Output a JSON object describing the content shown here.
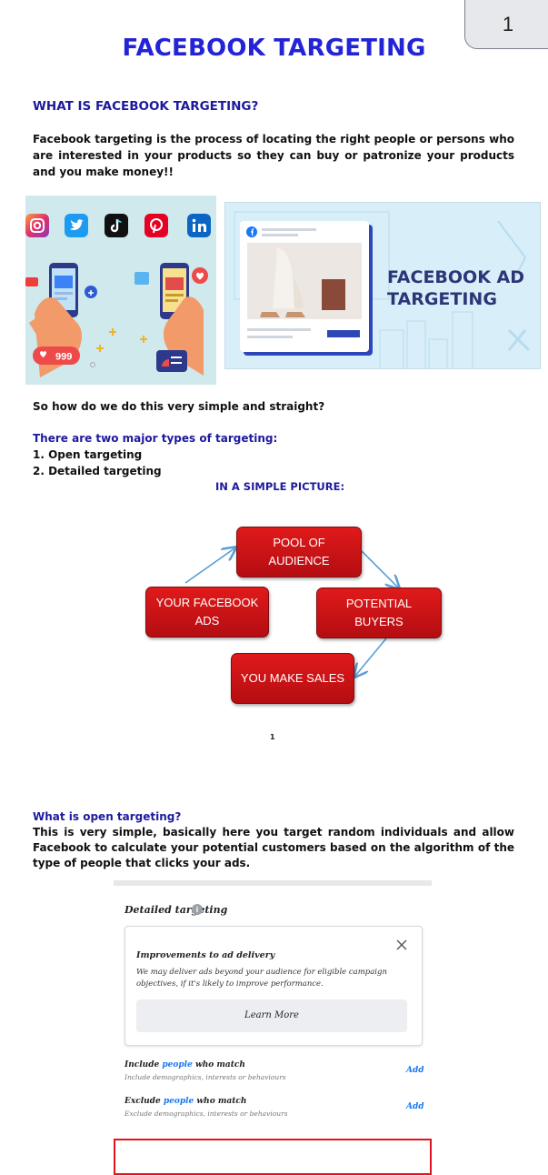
{
  "page_number": "1",
  "title": "FACEBOOK TARGETING",
  "section_heading": "WHAT IS FACEBOOK TARGETING?",
  "intro_paragraph": "Facebook targeting is the process of locating the right people or persons who are interested in your products so they can buy or patronize your products and you make money!!",
  "illustration_left": {
    "social_icons": [
      "instagram-icon",
      "twitter-icon",
      "tiktok-icon",
      "pinterest-icon",
      "linkedin-icon"
    ],
    "like_count": "999"
  },
  "illustration_right": {
    "title_line1": "FACEBOOK AD",
    "title_line2": "TARGETING"
  },
  "question": "So how do we do this very simple and straight?",
  "types_heading": "There are two major types of targeting:",
  "types": [
    "1. Open targeting",
    "2. Detailed targeting"
  ],
  "picture_heading": "IN A SIMPLE PICTURE:",
  "diagram": {
    "pool_line1": "POOL OF",
    "pool_line2": "AUDIENCE",
    "ads_line1": "YOUR FACEBOOK",
    "ads_line2": "ADS",
    "buyers_line1": "POTENTIAL",
    "buyers_line2": "BUYERS",
    "sales": "YOU MAKE SALES"
  },
  "footnote_number": "1",
  "open_heading": "What is open targeting?",
  "open_paragraph": "This is very simple, basically here you target random individuals and allow Facebook to calculate your potential customers based on the algorithm of the type of people that clicks your ads.",
  "screenshot": {
    "section_label": "Detailed targeting",
    "card_title": "Improvements to ad delivery",
    "card_text": "We may deliver ads beyond your audience for eligible campaign objectives, if it's likely to improve performance.",
    "learn_more": "Learn More",
    "include_label_pre": "Include ",
    "include_label_link": "people",
    "include_label_post": " who match",
    "include_hint": "Include demographics, interests or behaviours",
    "include_action": "Add",
    "exclude_label_pre": "Exclude ",
    "exclude_label_link": "people",
    "exclude_label_post": " who match",
    "exclude_hint": "Exclude demographics, interests or behaviours",
    "exclude_action": "Add"
  },
  "colors": {
    "title": "#2323d8",
    "heading": "#1d1a9e",
    "diagram_box": "#c8101a",
    "arrow": "#5a9fd6",
    "highlight_border": "#e0141e"
  }
}
